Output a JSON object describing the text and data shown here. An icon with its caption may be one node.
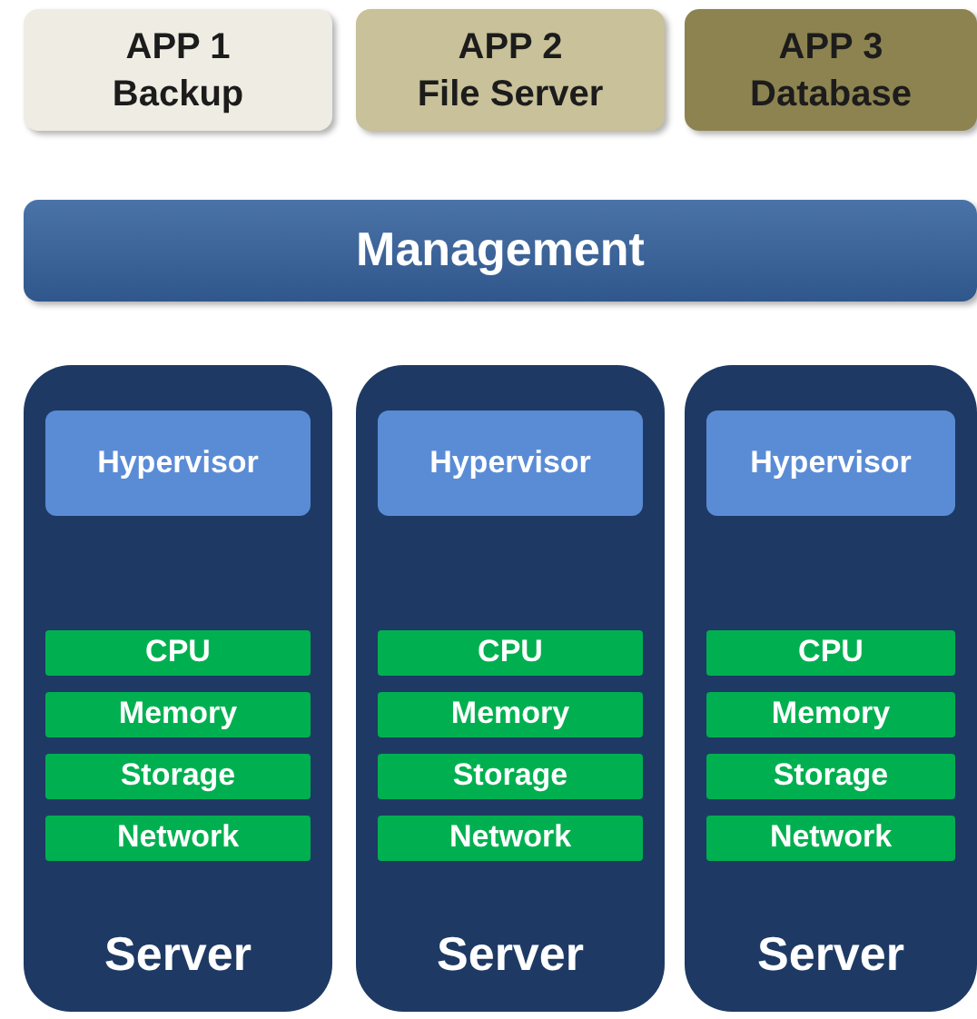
{
  "diagram": {
    "nodes": [
      {
        "text": [
          "APP 1",
          "Backup"
        ]
      },
      {
        "text": [
          "APP 2",
          "File Server"
        ]
      },
      {
        "text": [
          "APP 3",
          "Database"
        ]
      },
      {
        "text": [
          "Management"
        ]
      },
      {
        "text": [
          "Server"
        ]
      },
      {
        "text": [
          "Hypervisor"
        ],
        "in": 4
      },
      {
        "text": [
          "CPU"
        ],
        "in": 4
      },
      {
        "text": [
          "Memory"
        ],
        "in": 4
      },
      {
        "text": [
          "Storage"
        ],
        "in": 4
      },
      {
        "text": [
          "Network"
        ],
        "in": 4
      },
      {
        "text": [
          "Server"
        ]
      },
      {
        "text": [
          "Hypervisor"
        ],
        "in": 10
      },
      {
        "text": [
          "CPU"
        ],
        "in": 10
      },
      {
        "text": [
          "Memory"
        ],
        "in": 10
      },
      {
        "text": [
          "Storage"
        ],
        "in": 10
      },
      {
        "text": [
          "Network"
        ],
        "in": 10
      },
      {
        "text": [
          "Server"
        ]
      },
      {
        "text": [
          "Hypervisor"
        ],
        "in": 16
      },
      {
        "text": [
          "CPU"
        ],
        "in": 16
      },
      {
        "text": [
          "Memory"
        ],
        "in": 16
      },
      {
        "text": [
          "Storage"
        ],
        "in": 16
      },
      {
        "text": [
          "Network"
        ],
        "in": 16
      }
    ]
  }
}
